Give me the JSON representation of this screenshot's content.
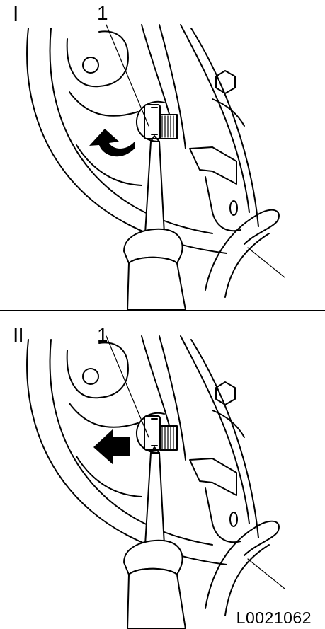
{
  "panels": [
    {
      "label": "I",
      "callout": "1",
      "arrow": "rotate-icon"
    },
    {
      "label": "II",
      "callout": "1",
      "arrow": "left-arrow-icon"
    }
  ],
  "figure_code": "L0021062"
}
